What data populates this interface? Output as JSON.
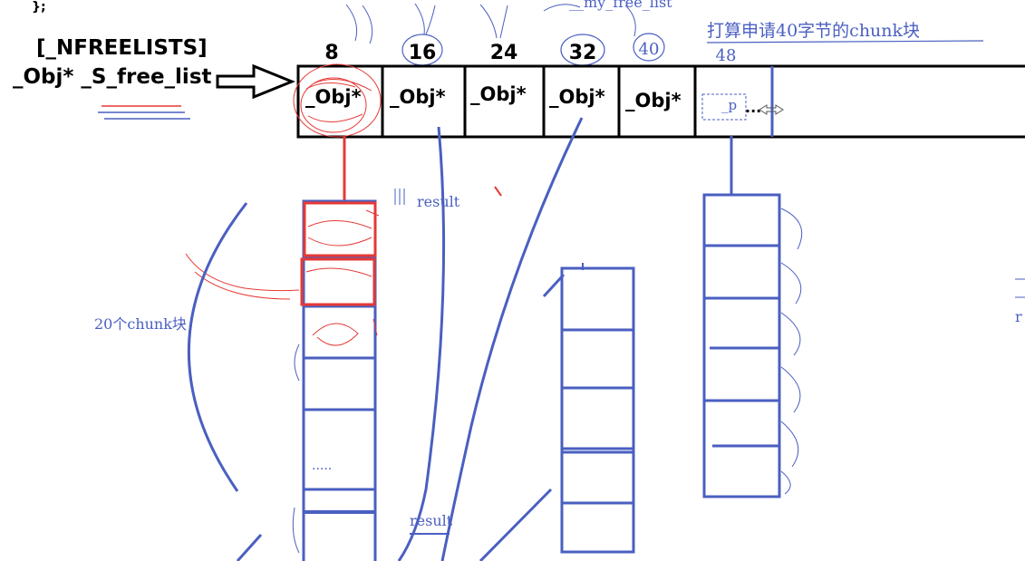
{
  "code_fragment": "};",
  "array_label": {
    "line1": "[_NFREELISTS]",
    "line2": "_Obj* _S_free_list"
  },
  "size_headers": [
    "8",
    "16",
    "24",
    "32",
    "40",
    "48"
  ],
  "cell_labels": [
    "_Obj*",
    "_Obj*",
    "_Obj*",
    "_Obj*",
    "_Obj*"
  ],
  "extra_cell": {
    "label": "_p",
    "dots": "..."
  },
  "annotations": {
    "top_name": "__my_free_list",
    "request_note": "打算申请40字节的chunk块",
    "result_upper": "result",
    "result_lower": "result",
    "chunk_count": "20个chunk块",
    "ellipsis": ".....",
    "edge_char": "r"
  },
  "colors": {
    "ink_black": "#000000",
    "ink_blue": "#4a5fc1",
    "ink_red": "#e53935"
  }
}
